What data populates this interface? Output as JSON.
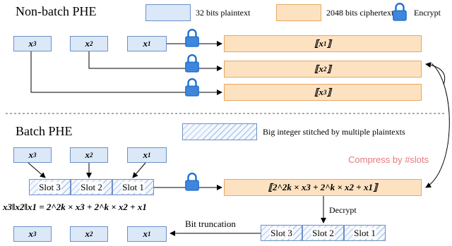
{
  "sections": {
    "non_batch_title": "Non-batch PHE",
    "batch_title": "Batch PHE"
  },
  "legend": {
    "plaintext": "32 bits plaintext",
    "ciphertext": "2048 bits ciphertext",
    "encrypt": "Encrypt",
    "big_integer": "Big integer stitched by multiple plaintexts"
  },
  "colors": {
    "plaintext_fill": "#dbe8f8",
    "plaintext_border": "#6d8fc6",
    "ciphertext_fill": "#fde2c2",
    "ciphertext_border": "#e7a75d",
    "lock": "#1f6fd1",
    "compress_text": "#e8797a"
  },
  "non_batch": {
    "inputs": [
      {
        "var": "x",
        "sub": "3"
      },
      {
        "var": "x",
        "sub": "2"
      },
      {
        "var": "x",
        "sub": "1"
      }
    ],
    "ciphertexts": [
      {
        "var": "x",
        "sub": "1"
      },
      {
        "var": "x",
        "sub": "2"
      },
      {
        "var": "x",
        "sub": "3"
      }
    ]
  },
  "batch": {
    "inputs": [
      {
        "var": "x",
        "sub": "3"
      },
      {
        "var": "x",
        "sub": "2"
      },
      {
        "var": "x",
        "sub": "1"
      }
    ],
    "slots": [
      "Slot 3",
      "Slot 2",
      "Slot 1"
    ],
    "decrypted_slots": [
      "Slot 3",
      "Slot 2",
      "Slot 1"
    ],
    "outputs": [
      {
        "var": "x",
        "sub": "3"
      },
      {
        "var": "x",
        "sub": "2"
      },
      {
        "var": "x",
        "sub": "1"
      }
    ],
    "packing_formula": "x3‖x2‖x1 = 2^2k × x3 + 2^k × x2 + x1",
    "cipher_formula": "⟦2^2k × x3 + 2^k × x2 + x1⟧",
    "decrypt_label": "Decrypt",
    "bit_truncation_label": "Bit truncation",
    "compress_label": "Compress by #slots"
  },
  "icons": [
    "lock-icon"
  ]
}
